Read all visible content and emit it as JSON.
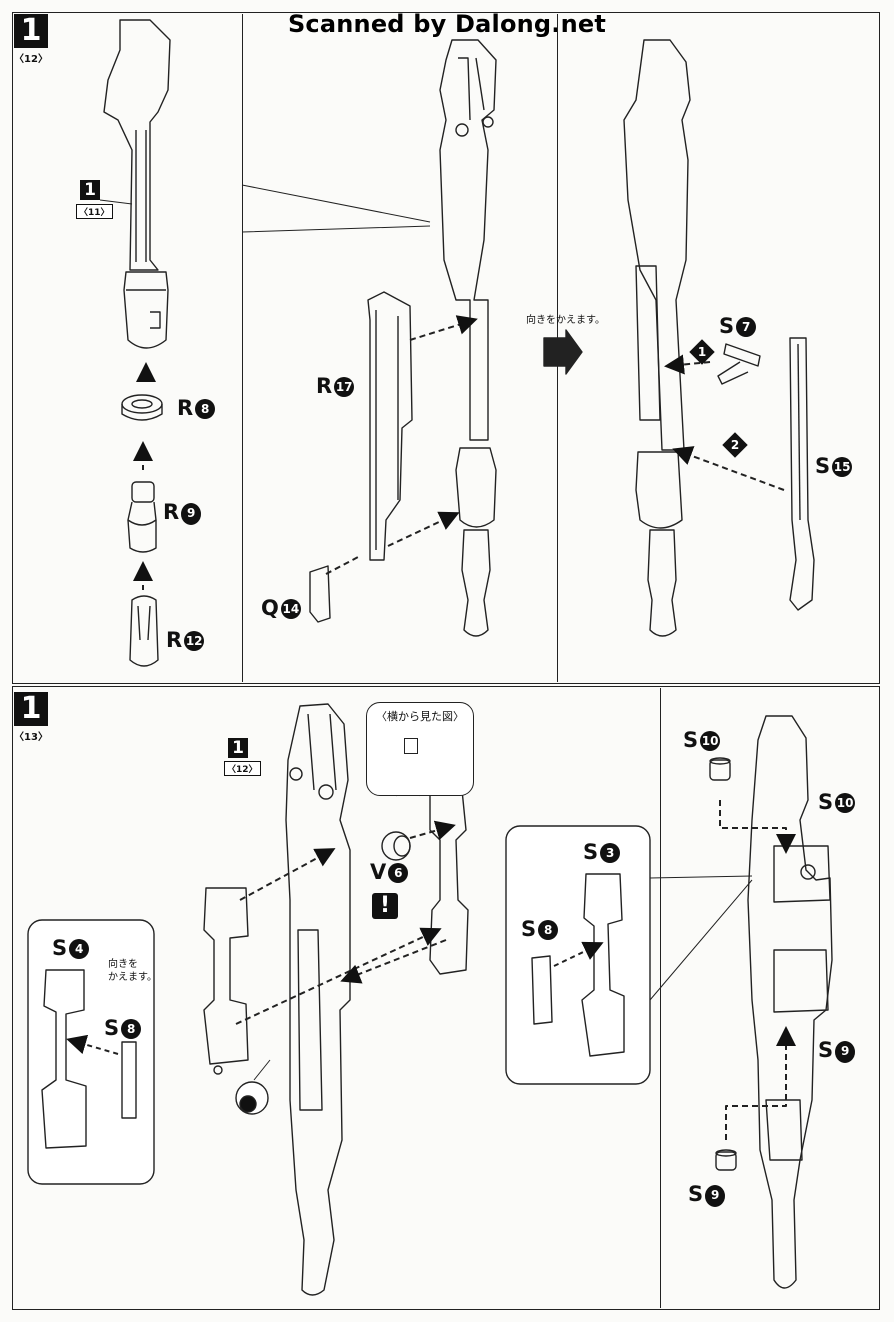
{
  "watermark": "Scanned by Dalong.net",
  "steps": {
    "top": {
      "num": "1",
      "sub": "〈12〉"
    },
    "bottom": {
      "num": "1",
      "sub": "〈13〉"
    }
  },
  "refs": {
    "top_sub_ref": {
      "num": "1",
      "sub": "〈11〉"
    },
    "bot_sub_ref": {
      "num": "1",
      "sub": "〈12〉"
    }
  },
  "parts": {
    "r8": {
      "letter": "R",
      "num": "8"
    },
    "r9": {
      "letter": "R",
      "num": "9"
    },
    "r12": {
      "letter": "R",
      "num": "12"
    },
    "r17": {
      "letter": "R",
      "num": "17"
    },
    "q14": {
      "letter": "Q",
      "num": "14"
    },
    "s7": {
      "letter": "S",
      "num": "7"
    },
    "s15": {
      "letter": "S",
      "num": "15"
    },
    "v6": {
      "letter": "V",
      "num": "6"
    },
    "s3": {
      "letter": "S",
      "num": "3"
    },
    "s8a": {
      "letter": "S",
      "num": "8"
    },
    "s4": {
      "letter": "S",
      "num": "4"
    },
    "s8b": {
      "letter": "S",
      "num": "8"
    },
    "s10a": {
      "letter": "S",
      "num": "10"
    },
    "s10b": {
      "letter": "S",
      "num": "10"
    },
    "s9a": {
      "letter": "S",
      "num": "9"
    },
    "s9b": {
      "letter": "S",
      "num": "9"
    }
  },
  "notes": {
    "turn_around_top": "向きをかえます。",
    "turn_around_bot": "向きを\nかえます。",
    "side_view": "〈横から見た図〉",
    "order_1": "1",
    "order_2": "2",
    "warning": "!"
  }
}
